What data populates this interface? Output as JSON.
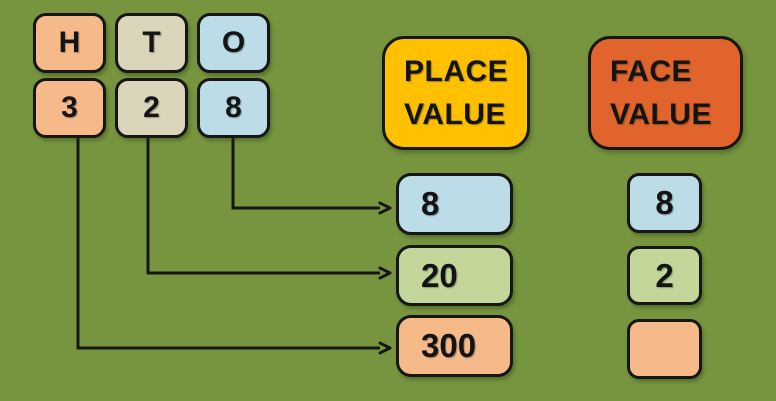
{
  "diagram": {
    "background_color": "#77953F",
    "line_color": "#161616",
    "number_shown": "328"
  },
  "hto": {
    "headers": [
      {
        "label": "H",
        "color": "#F6BA8A"
      },
      {
        "label": "T",
        "color": "#DBD5BC"
      },
      {
        "label": "O",
        "color": "#BCDCE8"
      }
    ],
    "digits": [
      {
        "label": "3",
        "color": "#F6BA8A"
      },
      {
        "label": "2",
        "color": "#DBD5BC"
      },
      {
        "label": "8",
        "color": "#BCDCE8"
      }
    ]
  },
  "place_value": {
    "title": "PLACE VALUE",
    "title_lines": [
      "PLACE",
      "VALUE"
    ],
    "header_color": "#FFC000",
    "items": [
      {
        "value": "8",
        "color": "#BCDCE8"
      },
      {
        "value": "20",
        "color": "#C3D79B"
      },
      {
        "value": "300",
        "color": "#F6BA8A"
      }
    ]
  },
  "face_value": {
    "title": "FACE VALUE",
    "title_lines": [
      "FACE",
      "VALUE"
    ],
    "header_color": "#E0642C",
    "items": [
      {
        "value": "8",
        "color": "#BCDCE8"
      },
      {
        "value": "2",
        "color": "#C3D79B"
      },
      {
        "value": "",
        "color": "#F6BA8A"
      }
    ]
  }
}
